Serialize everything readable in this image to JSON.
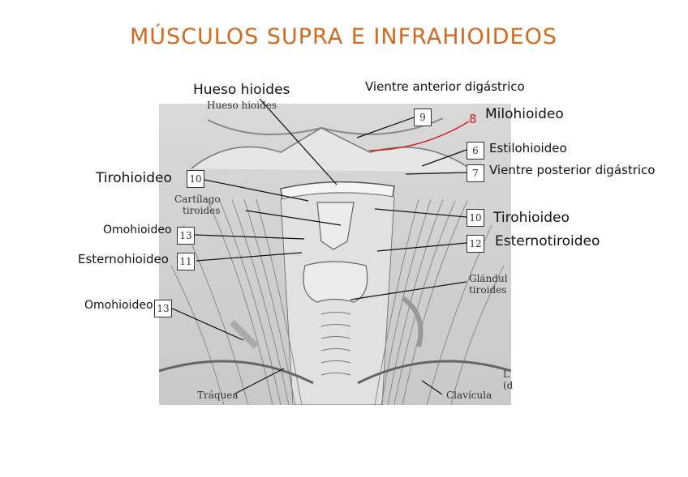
{
  "title": "MÚSCULOS SUPRA E INFRAHIOIDEOS",
  "colors": {
    "title": "#d2691e",
    "annotation_line": "#d42020",
    "ink": "#111111"
  },
  "handwritten_labels": {
    "hueso_hioides": "Hueso hioides",
    "vientre_anterior": "Vientre anterior digástrico",
    "milohioideo": "Milohioideo",
    "estilohioideo": "Estilohioideo",
    "vientre_posterior": "Vientre posterior digástrico",
    "tirohioideo_left": "Tirohioideo",
    "omohioideo_left": "Omohioideo",
    "esternohioideo_left": "Esternohioideo",
    "omohioideo_lower": "Omohioideo",
    "tirohioideo_right": "Tirohioideo",
    "esternotiroideo_right": "Esternotiroideo"
  },
  "printed_labels": {
    "hueso_hioides": "Hueso hioides",
    "cartilago": "Cartílago",
    "tiroides": "tiroides",
    "glandula": "Glándul",
    "glandula_tiroides": "tiroides",
    "traquea": "Tráquea",
    "clavicula": "Clavícula",
    "edge_l": "L",
    "edge_d": "(d"
  },
  "number_boxes": {
    "n9": "9",
    "n6": "6",
    "n7": "7",
    "n10a": "10",
    "n12": "12",
    "n10b": "10",
    "n13a": "13",
    "n11": "11",
    "n13b": "13"
  }
}
